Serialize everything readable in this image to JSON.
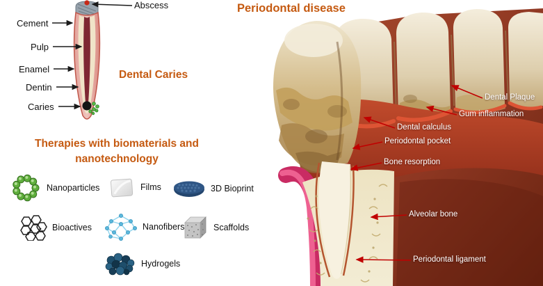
{
  "colors": {
    "accent_orange": "#C55A11",
    "annotation_arrow_red": "#C00000",
    "jaw_background_maroon": "#8E3722",
    "gingiva_pink": "#C92B63",
    "bone_cream": "#EDE3C2"
  },
  "caries_section": {
    "title": "Dental Caries",
    "labels": [
      {
        "text": "Abscess"
      },
      {
        "text": "Cement"
      },
      {
        "text": "Pulp"
      },
      {
        "text": "Enamel"
      },
      {
        "text": "Dentin"
      },
      {
        "text": "Caries"
      }
    ]
  },
  "therapies": {
    "title_line1": "Therapies with biomaterials and",
    "title_line2": "nanotechnology",
    "items": [
      {
        "label": "Nanoparticles",
        "icon": "nanoparticles-icon"
      },
      {
        "label": "Films",
        "icon": "films-icon"
      },
      {
        "label": "3D Bioprint",
        "icon": "bioprint-icon"
      },
      {
        "label": "Bioactives",
        "icon": "bioactives-icon"
      },
      {
        "label": "Nanofibers",
        "icon": "nanofibers-icon"
      },
      {
        "label": "Scaffolds",
        "icon": "scaffolds-icon"
      },
      {
        "label": "Hydrogels",
        "icon": "hydrogels-icon"
      }
    ]
  },
  "periodontal_section": {
    "title": "Periodontal disease",
    "annotations": [
      {
        "text": "Dental Plaque"
      },
      {
        "text": "Gum inflammation"
      },
      {
        "text": "Dental calculus"
      },
      {
        "text": "Periodontal pocket"
      },
      {
        "text": "Bone resorption"
      },
      {
        "text": "Alveolar bone"
      },
      {
        "text": "Periodontal ligament"
      }
    ]
  }
}
